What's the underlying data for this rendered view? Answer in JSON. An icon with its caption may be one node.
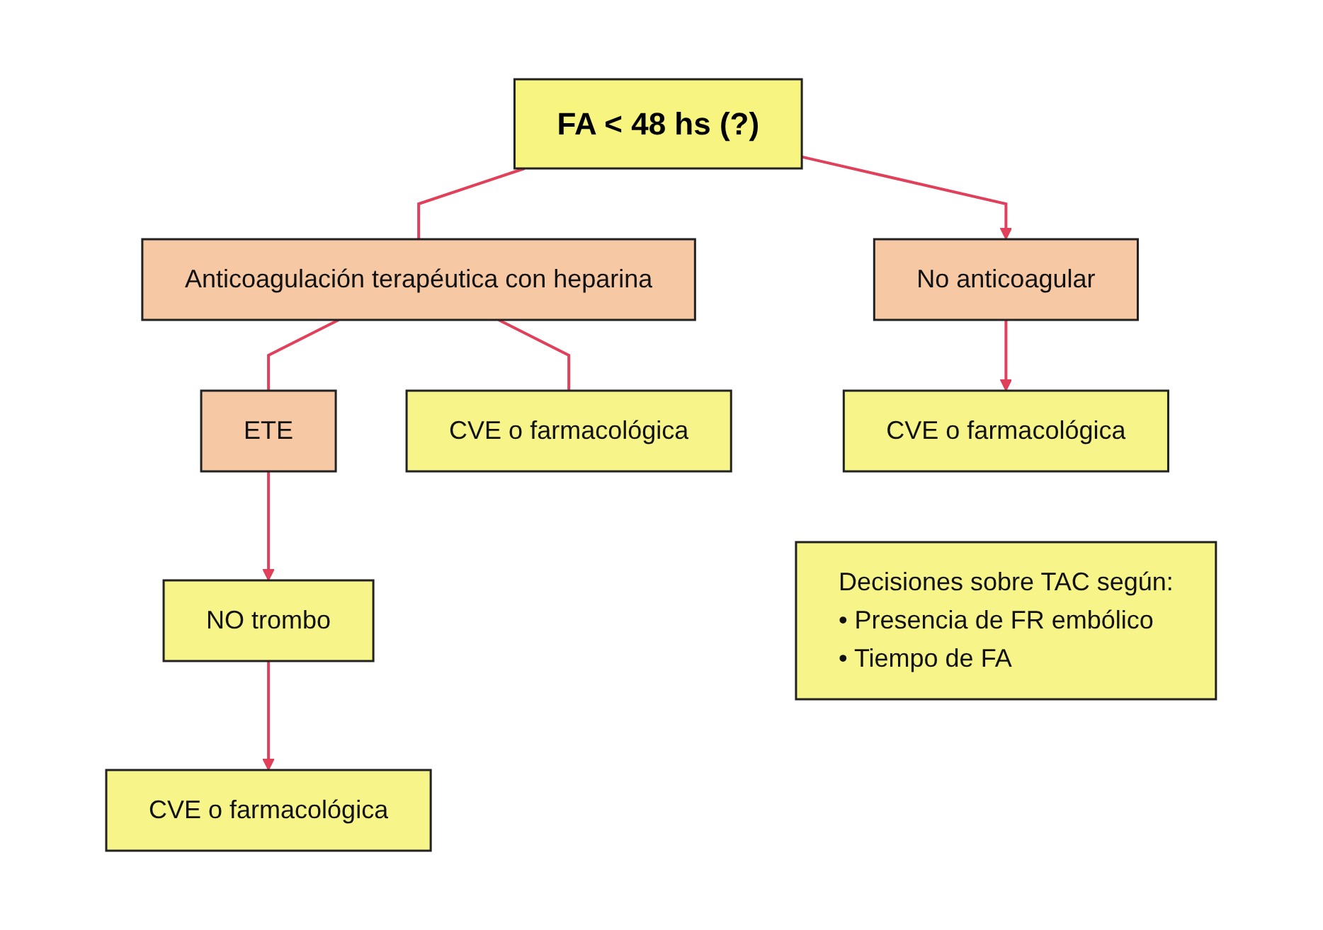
{
  "diagram": {
    "nodes": [
      {
        "text": [
          "FA < 48 hs (?)"
        ]
      },
      {
        "text": [
          "No anticoagular"
        ]
      },
      {
        "text": [
          "Anticoagulación terapéutica con heparina"
        ]
      },
      {
        "text": [
          "ETE"
        ]
      },
      {
        "text": [
          "CVE o farmacológica"
        ]
      },
      {
        "text": [
          "NO trombo"
        ]
      },
      {
        "text": [
          "CVE o farmacológica"
        ]
      },
      {
        "text": [
          "CVE o farmacológica"
        ]
      },
      {
        "text": [
          "Decisiones sobre TAC según:",
          "• Presencia de FR embólico",
          "• Tiempo de FA"
        ]
      }
    ],
    "edges": [
      {
        "from": 0,
        "to": 1,
        "arrow": "to"
      },
      {
        "from": 0,
        "to": 2,
        "arrow": "none"
      },
      {
        "from": 1,
        "to": 6,
        "arrow": "to"
      },
      {
        "from": 2,
        "to": 4,
        "arrow": "none"
      },
      {
        "from": 2,
        "to": 3,
        "arrow": "none"
      },
      {
        "from": 3,
        "to": 5,
        "arrow": "to"
      },
      {
        "from": 5,
        "to": 7,
        "arrow": "to"
      }
    ]
  }
}
